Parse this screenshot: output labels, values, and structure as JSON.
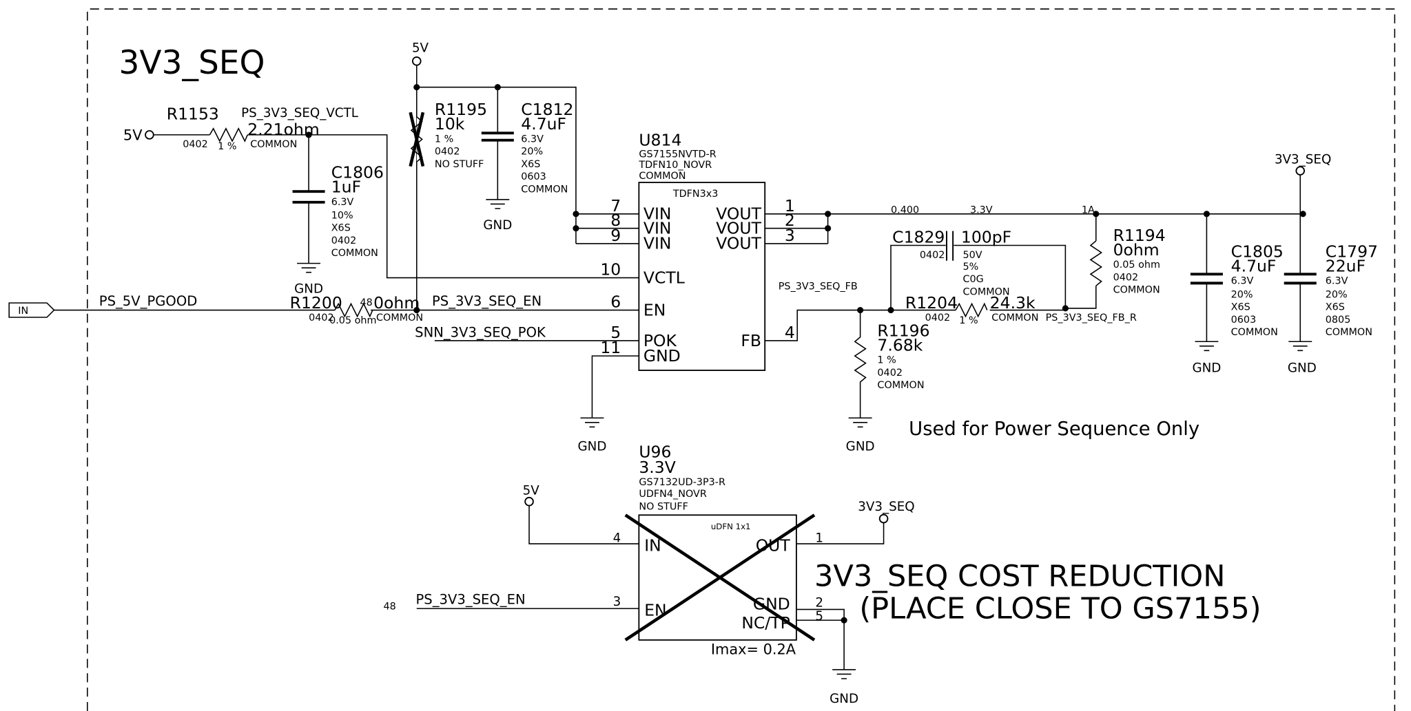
{
  "title": "3V3_SEQ",
  "nets": {
    "v5": "5V",
    "v3v3": "3V3_SEQ",
    "gnd": "GND",
    "vctl": "PS_3V3_SEQ_VCTL",
    "pgood": "PS_5V_PGOOD",
    "en": "PS_3V3_SEQ_EN",
    "pok": "SNN_3V3_SEQ_POK",
    "fb": "PS_3V3_SEQ_FB",
    "fb_r": "PS_3V3_SEQ_FB_R",
    "in_port": "IN",
    "page_ref": "48"
  },
  "rail_labels": {
    "current_width": "0.400",
    "voltage": "3.3V",
    "current": "1A"
  },
  "R1153": {
    "ref": "R1153",
    "value": "2.21ohm",
    "pkg": "0402",
    "tol": "1 %",
    "note": "COMMON"
  },
  "R1195": {
    "ref": "R1195",
    "value": "10k",
    "tol": "1 %",
    "pkg": "0402",
    "note": "NO STUFF"
  },
  "C1812": {
    "ref": "C1812",
    "value": "4.7uF",
    "volt": "6.3V",
    "tol": "20%",
    "diel": "X6S",
    "pkg": "0603",
    "note": "COMMON"
  },
  "C1806": {
    "ref": "C1806",
    "value": "1uF",
    "volt": "6.3V",
    "tol": "10%",
    "diel": "X6S",
    "pkg": "0402",
    "note": "COMMON"
  },
  "R1200": {
    "ref": "R1200",
    "value": "0ohm",
    "pkg": "0402",
    "res": "0.05 ohm",
    "note": "COMMON"
  },
  "U814": {
    "ref": "U814",
    "part": "GS7155NVTD-R",
    "footprint": "TDFN10_NOVR",
    "note": "COMMON",
    "pkg_label": "TDFN3x3",
    "pins_left": [
      {
        "num": "7",
        "name": "VIN"
      },
      {
        "num": "8",
        "name": "VIN"
      },
      {
        "num": "9",
        "name": "VIN"
      },
      {
        "num": "10",
        "name": "VCTL"
      },
      {
        "num": "6",
        "name": "EN"
      },
      {
        "num": "5",
        "name": "POK"
      },
      {
        "num": "11",
        "name": "GND"
      }
    ],
    "pins_right": [
      {
        "num": "1",
        "name": "VOUT"
      },
      {
        "num": "2",
        "name": "VOUT"
      },
      {
        "num": "3",
        "name": "VOUT"
      },
      {
        "num": "4",
        "name": "FB"
      }
    ]
  },
  "C1829": {
    "ref": "C1829",
    "value": "100pF",
    "pkg": "0402",
    "volt": "50V",
    "tol": "5%",
    "diel": "C0G",
    "note": "COMMON"
  },
  "R1204": {
    "ref": "R1204",
    "value": "24.3k",
    "pkg": "0402",
    "tol": "1 %",
    "note": "COMMON"
  },
  "R1194": {
    "ref": "R1194",
    "value": "0ohm",
    "res": "0.05 ohm",
    "pkg": "0402",
    "note": "COMMON"
  },
  "R1196": {
    "ref": "R1196",
    "value": "7.68k",
    "tol": "1 %",
    "pkg": "0402",
    "note": "COMMON"
  },
  "C1805": {
    "ref": "C1805",
    "value": "4.7uF",
    "volt": "6.3V",
    "tol": "20%",
    "diel": "X6S",
    "pkg": "0603",
    "note": "COMMON"
  },
  "C1797": {
    "ref": "C1797",
    "value": "22uF",
    "volt": "6.3V",
    "tol": "20%",
    "diel": "X6S",
    "pkg": "0805",
    "note": "COMMON"
  },
  "note_seq": "Used for Power Sequence Only",
  "U96": {
    "ref": "U96",
    "voltage": "3.3V",
    "part": "GS7132UD-3P3-R",
    "footprint": "UDFN4_NOVR",
    "note": "NO STUFF",
    "pkg_label": "uDFN 1x1",
    "pins": [
      {
        "num": "4",
        "name": "IN"
      },
      {
        "num": "1",
        "name": "OUT"
      },
      {
        "num": "3",
        "name": "EN"
      },
      {
        "num": "2",
        "name": "GND"
      },
      {
        "num": "5",
        "name": "NC/TP"
      }
    ],
    "imax": "Imax= 0.2A"
  },
  "cost_note": {
    "line1": "3V3_SEQ COST REDUCTION",
    "line2": "(PLACE CLOSE TO GS7155)"
  }
}
